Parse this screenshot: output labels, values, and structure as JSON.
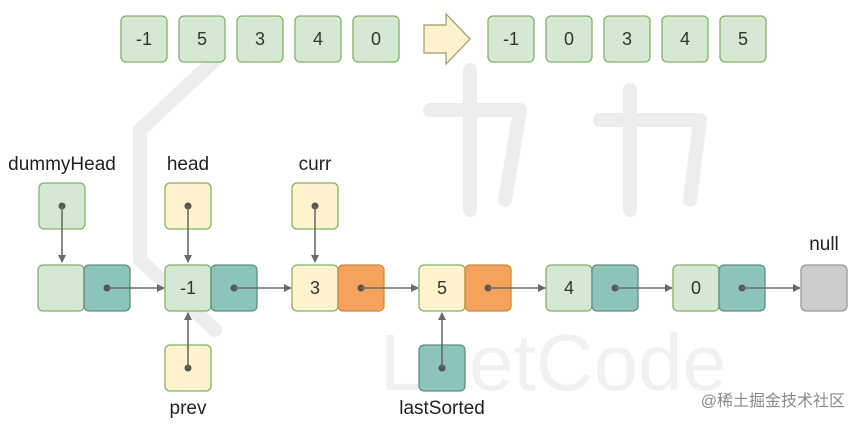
{
  "colors": {
    "value_cell": "#d5e8d4",
    "value_cell_highlight": "#fff2cc",
    "next_cell": "#8cc4bb",
    "next_cell_highlight": "#f5a35c",
    "pointer_box": "#d5e8d4",
    "pointer_box_yellow": "#fff2cc",
    "pointer_box_teal": "#8cc4bb",
    "null_box": "#cccccc",
    "stroke": "#82b366",
    "arrow": "#6b6b6b",
    "transform_arrow": "#fff2cc"
  },
  "top_arrays": {
    "before": [
      "-1",
      "5",
      "3",
      "4",
      "0"
    ],
    "after": [
      "-1",
      "0",
      "3",
      "4",
      "5"
    ]
  },
  "list_nodes": [
    {
      "value": "",
      "highlight": false
    },
    {
      "value": "-1",
      "highlight": false
    },
    {
      "value": "3",
      "highlight": true
    },
    {
      "value": "5",
      "highlight": true
    },
    {
      "value": "4",
      "highlight": false
    },
    {
      "value": "0",
      "highlight": false
    }
  ],
  "null_label": "null",
  "pointers": {
    "dummyHead": "dummyHead",
    "head": "head",
    "curr": "curr",
    "prev": "prev",
    "lastSorted": "lastSorted"
  },
  "watermark": {
    "site": "@稀土掘金技术社区",
    "background_text": "LeetCode"
  }
}
